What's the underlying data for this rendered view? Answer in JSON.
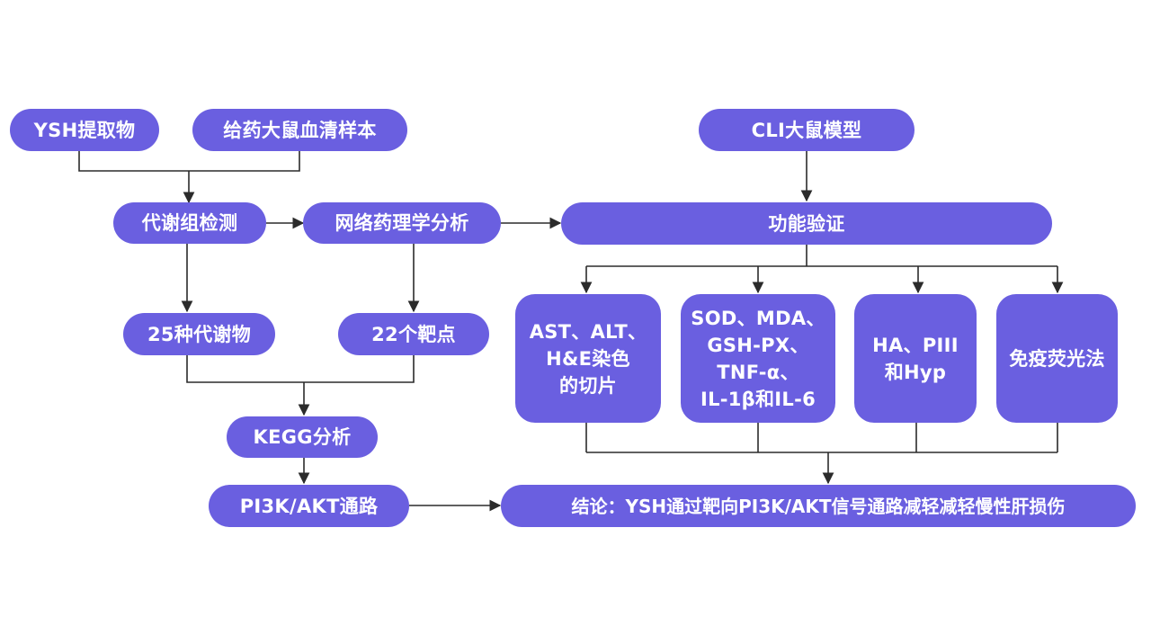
{
  "nodes": {
    "ysh_extract": "YSH提取物",
    "serum_sample": "给药大鼠血清样本",
    "cli_model": "CLI大鼠模型",
    "metabolomics": "代谢组检测",
    "network_pharmacology": "网络药理学分析",
    "functional_validation": "功能验证",
    "metabolites": "25种代谢物",
    "targets": "22个靶点",
    "kegg": "KEGG分析",
    "pathway": "PI3K/AKT通路",
    "conclusion": "结论：YSH通过靶向PI3K/AKT信号通路减轻减轻慢性肝损伤"
  },
  "cards": {
    "liver_function": [
      "AST、ALT、",
      "H&E染色",
      "的切片"
    ],
    "oxidative_inflammatory": [
      "SOD、MDA、",
      "GSH-PX、",
      "TNF-α、",
      "IL-1β和IL-6"
    ],
    "fibrosis_markers": [
      "HA、PIII",
      "和Hyp"
    ],
    "immunofluorescence": [
      "免疫荧光法"
    ]
  },
  "colors": {
    "node_fill": "#6a5fe0",
    "node_text": "#ffffff",
    "connector": "#2b2b2b",
    "background": "#ffffff"
  }
}
